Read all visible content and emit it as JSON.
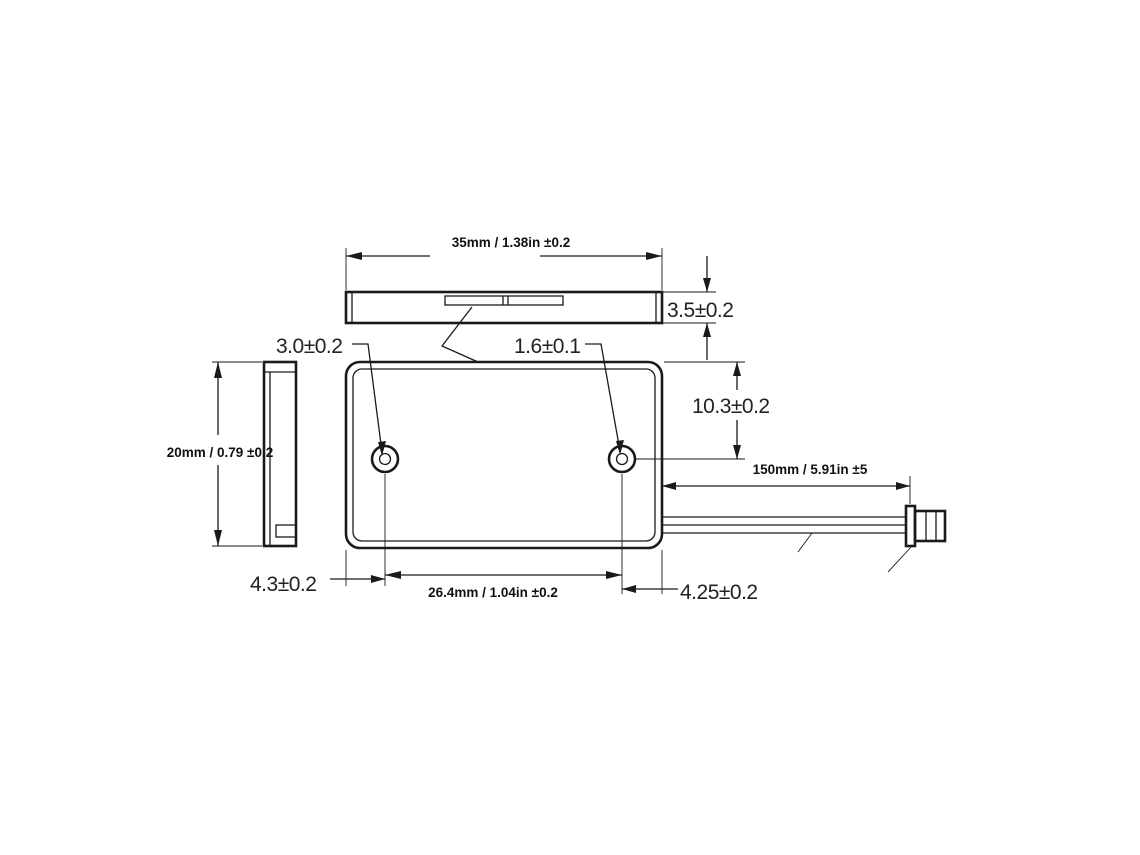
{
  "diagram": {
    "labels": {
      "width": "35mm / 1.38in ±0.2",
      "thickness": "3.5±0.2",
      "hole_large": "3.0±0.2",
      "hole_small": "1.6±0.1",
      "hole_offset_top": "10.3±0.2",
      "height": "20mm / 0.79 ±0.2",
      "cable_length": "150mm / 5.91in ±5",
      "left_margin": "4.3±0.2",
      "hole_spacing": "26.4mm / 1.04in ±0.2",
      "right_margin": "4.25±0.2"
    }
  }
}
